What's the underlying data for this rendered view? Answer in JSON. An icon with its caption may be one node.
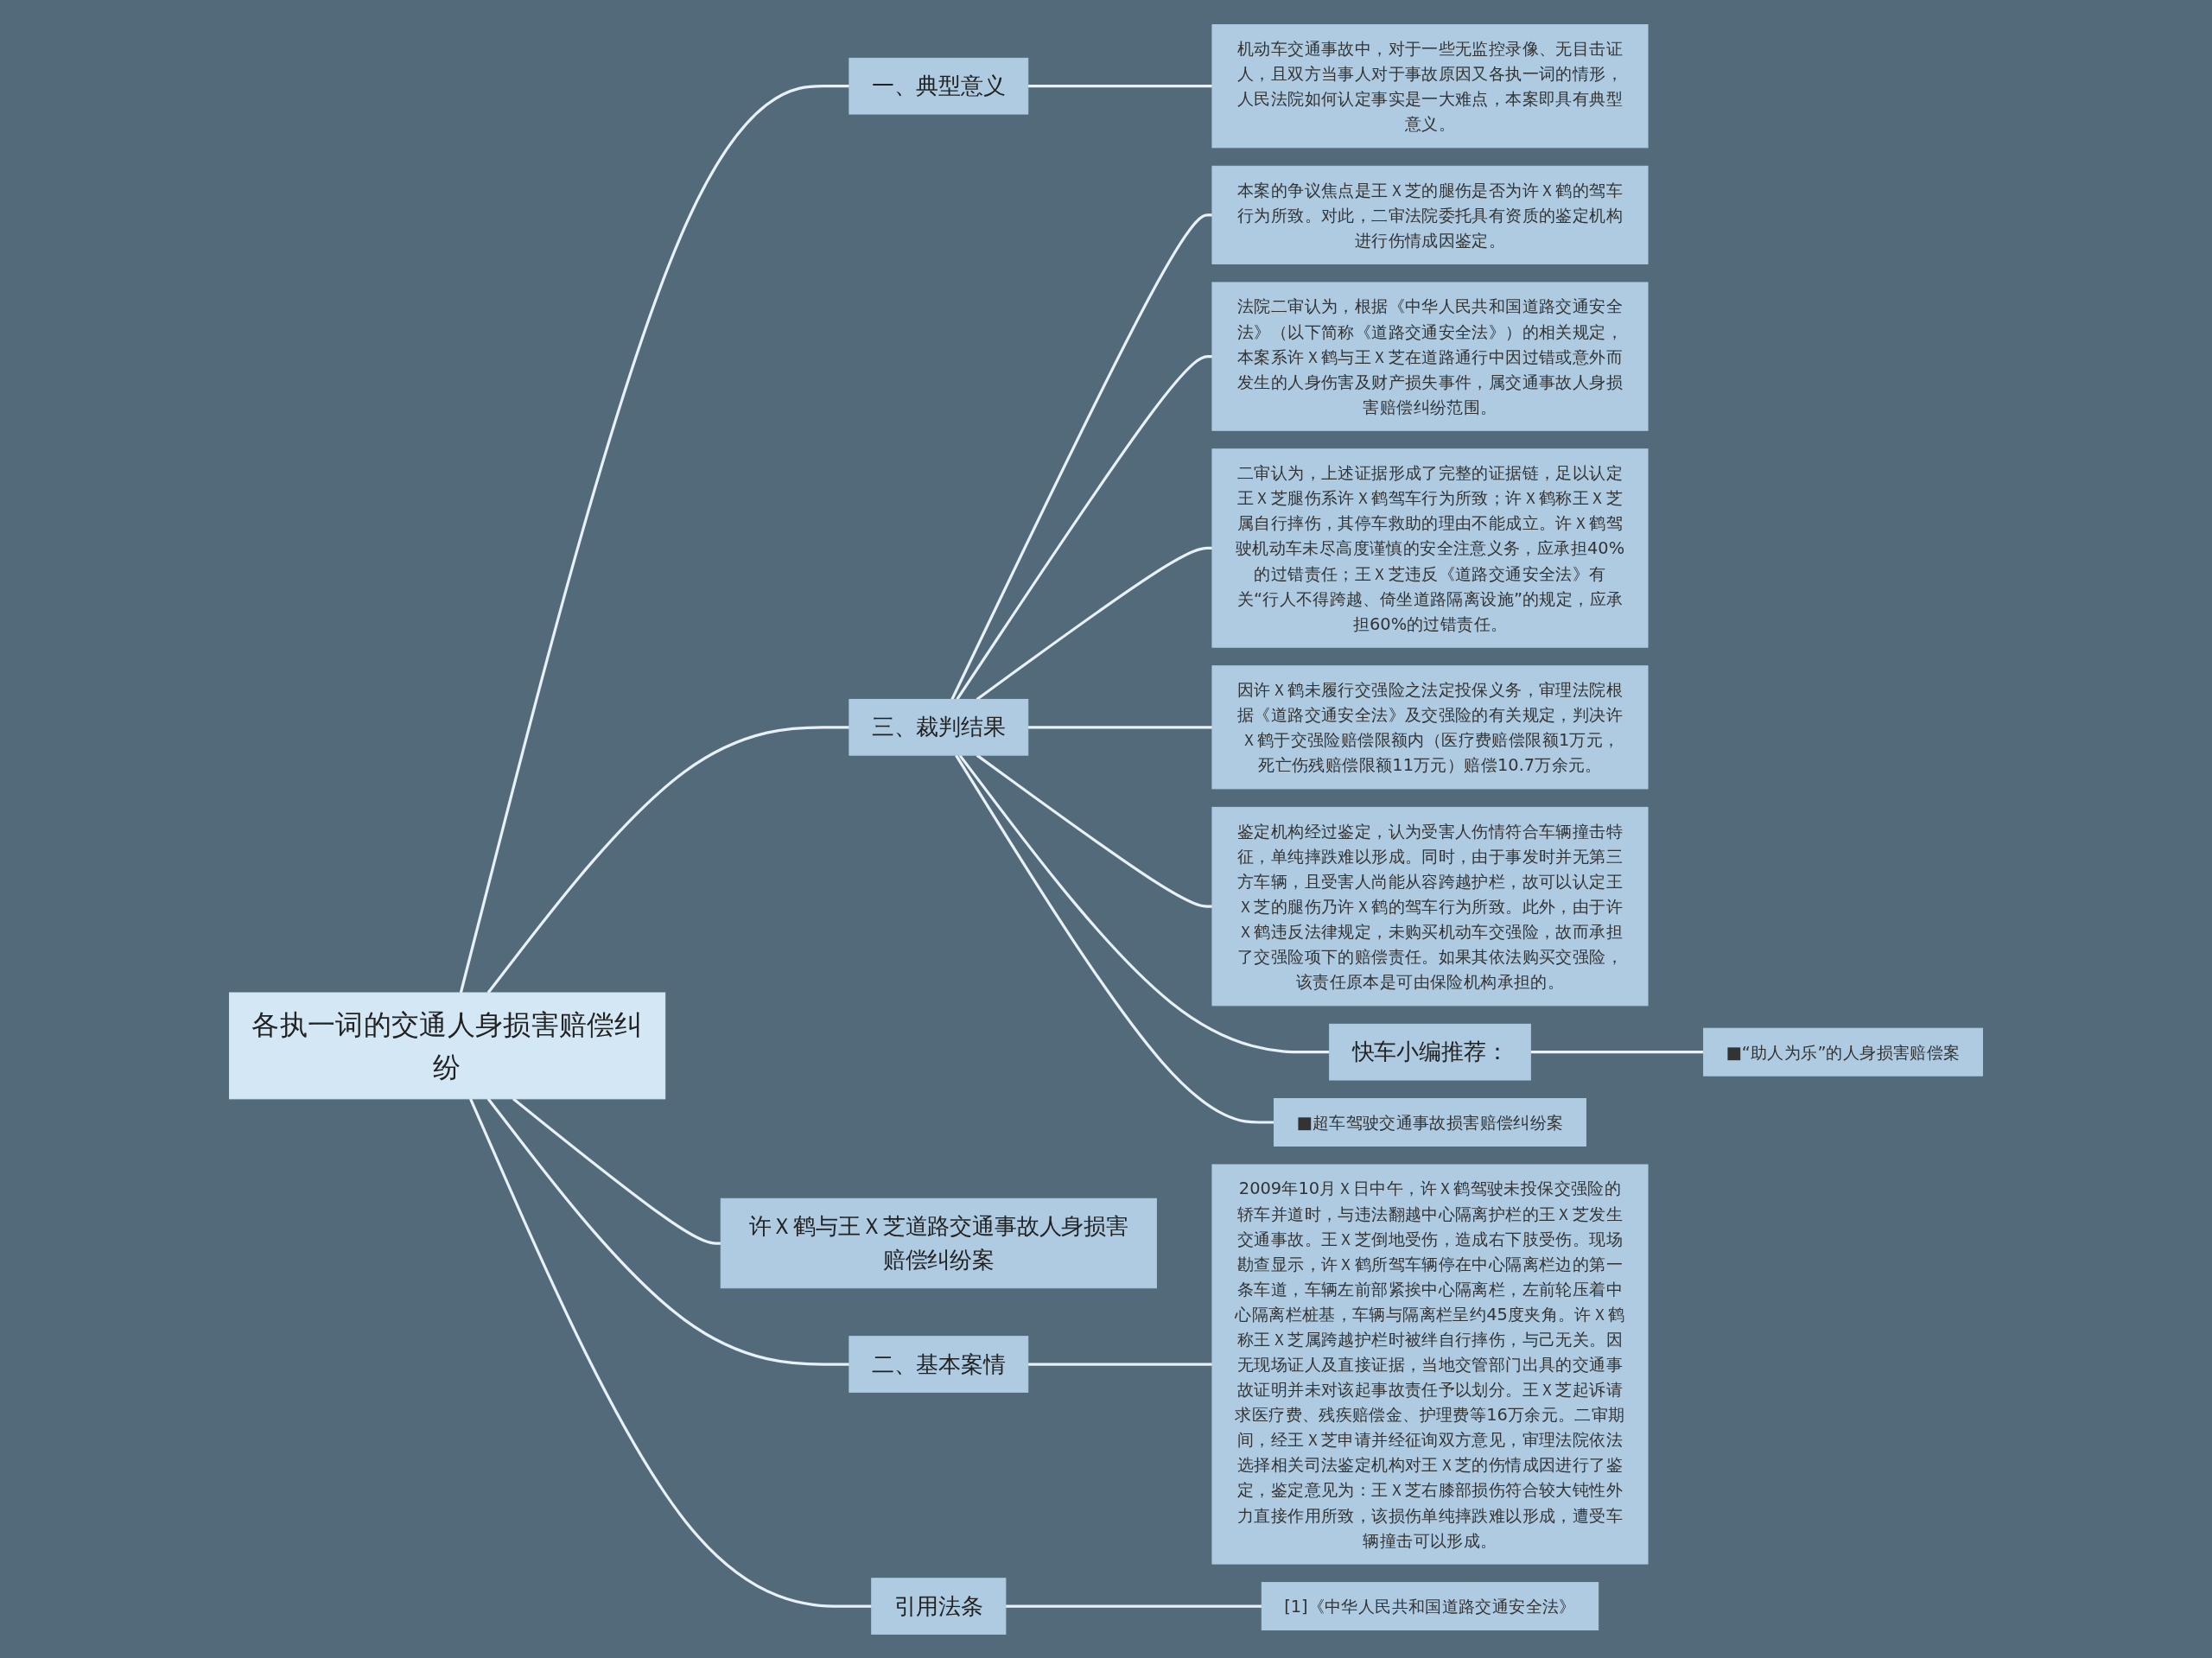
{
  "diagram": {
    "nodes": [
      {
        "text": [
          "各执一词的交通人身损害赔偿纠纷"
        ]
      },
      {
        "text": [
          "一、典型意义"
        ]
      },
      {
        "text": [
          "机动车交通事故中，对于一些无监控录像、无目击证人，且双方当事人对于事故原因又各执一词的情形，人民法院如何认定事实是一大难点，本案即具有典型意义。"
        ]
      },
      {
        "text": [
          "三、裁判结果"
        ]
      },
      {
        "text": [
          "本案的争议焦点是王Ｘ芝的腿伤是否为许Ｘ鹤的驾车行为所致。对此，二审法院委托具有资质的鉴定机构进行伤情成因鉴定。"
        ]
      },
      {
        "text": [
          "法院二审认为，根据《中华人民共和国道路交通安全法》（以下简称《道路交通安全法》）的相关规定，本案系许Ｘ鹤与王Ｘ芝在道路通行中因过错或意外而发生的人身伤害及财产损失事件，属交通事故人身损害赔偿纠纷范围。"
        ]
      },
      {
        "text": [
          "二审认为，上述证据形成了完整的证据链，足以认定王Ｘ芝腿伤系许Ｘ鹤驾车行为所致；许Ｘ鹤称王Ｘ芝属自行摔伤，其停车救助的理由不能成立。许Ｘ鹤驾驶机动车未尽高度谨慎的安全注意义务，应承担40%的过错责任；王Ｘ芝违反《道路交通安全法》有关“行人不得跨越、倚坐道路隔离设施”的规定，应承担60%的过错责任。"
        ]
      },
      {
        "text": [
          "因许Ｘ鹤未履行交强险之法定投保义务，审理法院根据《道路交通安全法》及交强险的有关规定，判决许Ｘ鹤于交强险赔偿限额内（医疗费赔偿限额1万元，死亡伤残赔偿限额11万元）赔偿10.7万余元。"
        ]
      },
      {
        "text": [
          "鉴定机构经过鉴定，认为受害人伤情符合车辆撞击特征，单纯摔跌难以形成。同时，由于事发时并无第三方车辆，且受害人尚能从容跨越护栏，故可以认定王Ｘ芝的腿伤乃许Ｘ鹤的驾车行为所致。此外，由于许Ｘ鹤违反法律规定，未购买机动车交强险，故而承担了交强险项下的赔偿责任。如果其依法购买交强险，该责任原本是可由保险机构承担的。"
        ]
      },
      {
        "text": [
          "快车小编推荐："
        ]
      },
      {
        "text": [
          "■“助人为乐”的人身损害赔偿案"
        ]
      },
      {
        "text": [
          "■超车驾驶交通事故损害赔偿纠纷案"
        ]
      },
      {
        "text": [
          "许Ｘ鹤与王Ｘ芝道路交通事故人身损害赔偿纠纷案"
        ]
      },
      {
        "text": [
          "二、基本案情"
        ]
      },
      {
        "text": [
          "2009年10月Ｘ日中午，许Ｘ鹤驾驶未投保交强险的轿车并道时，与违法翻越中心隔离护栏的王Ｘ芝发生交通事故。王Ｘ芝倒地受伤，造成右下肢受伤。现场勘查显示，许Ｘ鹤所驾车辆停在中心隔离栏边的第一条车道，车辆左前部紧挨中心隔离栏，左前轮压着中心隔离栏桩基，车辆与隔离栏呈约45度夹角。许Ｘ鹤称王Ｘ芝属跨越护栏时被绊自行摔伤，与己无关。因无现场证人及直接证据，当地交管部门出具的交通事故证明并未对该起事故责任予以划分。王Ｘ芝起诉请求医疗费、残疾赔偿金、护理费等16万余元。二审期间，经王Ｘ芝申请并经征询双方意见，审理法院依法选择相关司法鉴定机构对王Ｘ芝的伤情成因进行了鉴定，鉴定意见为：王Ｘ芝右膝部损伤符合较大钝性外力直接作用所致，该损伤单纯摔跌难以形成，遭受车辆撞击可以形成。"
        ]
      },
      {
        "text": [
          "引用法条"
        ]
      },
      {
        "text": [
          "[1]《中华人民共和国道路交通安全法》"
        ]
      }
    ],
    "edges": [
      {
        "from": 0,
        "to": 1,
        "arrow": "none"
      },
      {
        "from": 1,
        "to": 2,
        "arrow": "none"
      },
      {
        "from": 0,
        "to": 3,
        "arrow": "none"
      },
      {
        "from": 3,
        "to": 4,
        "arrow": "none"
      },
      {
        "from": 3,
        "to": 5,
        "arrow": "none"
      },
      {
        "from": 3,
        "to": 6,
        "arrow": "none"
      },
      {
        "from": 3,
        "to": 7,
        "arrow": "none"
      },
      {
        "from": 3,
        "to": 8,
        "arrow": "none"
      },
      {
        "from": 3,
        "to": 9,
        "arrow": "none"
      },
      {
        "from": 9,
        "to": 10,
        "arrow": "none"
      },
      {
        "from": 3,
        "to": 11,
        "arrow": "none"
      },
      {
        "from": 0,
        "to": 12,
        "arrow": "none"
      },
      {
        "from": 0,
        "to": 13,
        "arrow": "none"
      },
      {
        "from": 13,
        "to": 14,
        "arrow": "none"
      },
      {
        "from": 0,
        "to": 15,
        "arrow": "none"
      },
      {
        "from": 15,
        "to": 16,
        "arrow": "none"
      }
    ]
  }
}
